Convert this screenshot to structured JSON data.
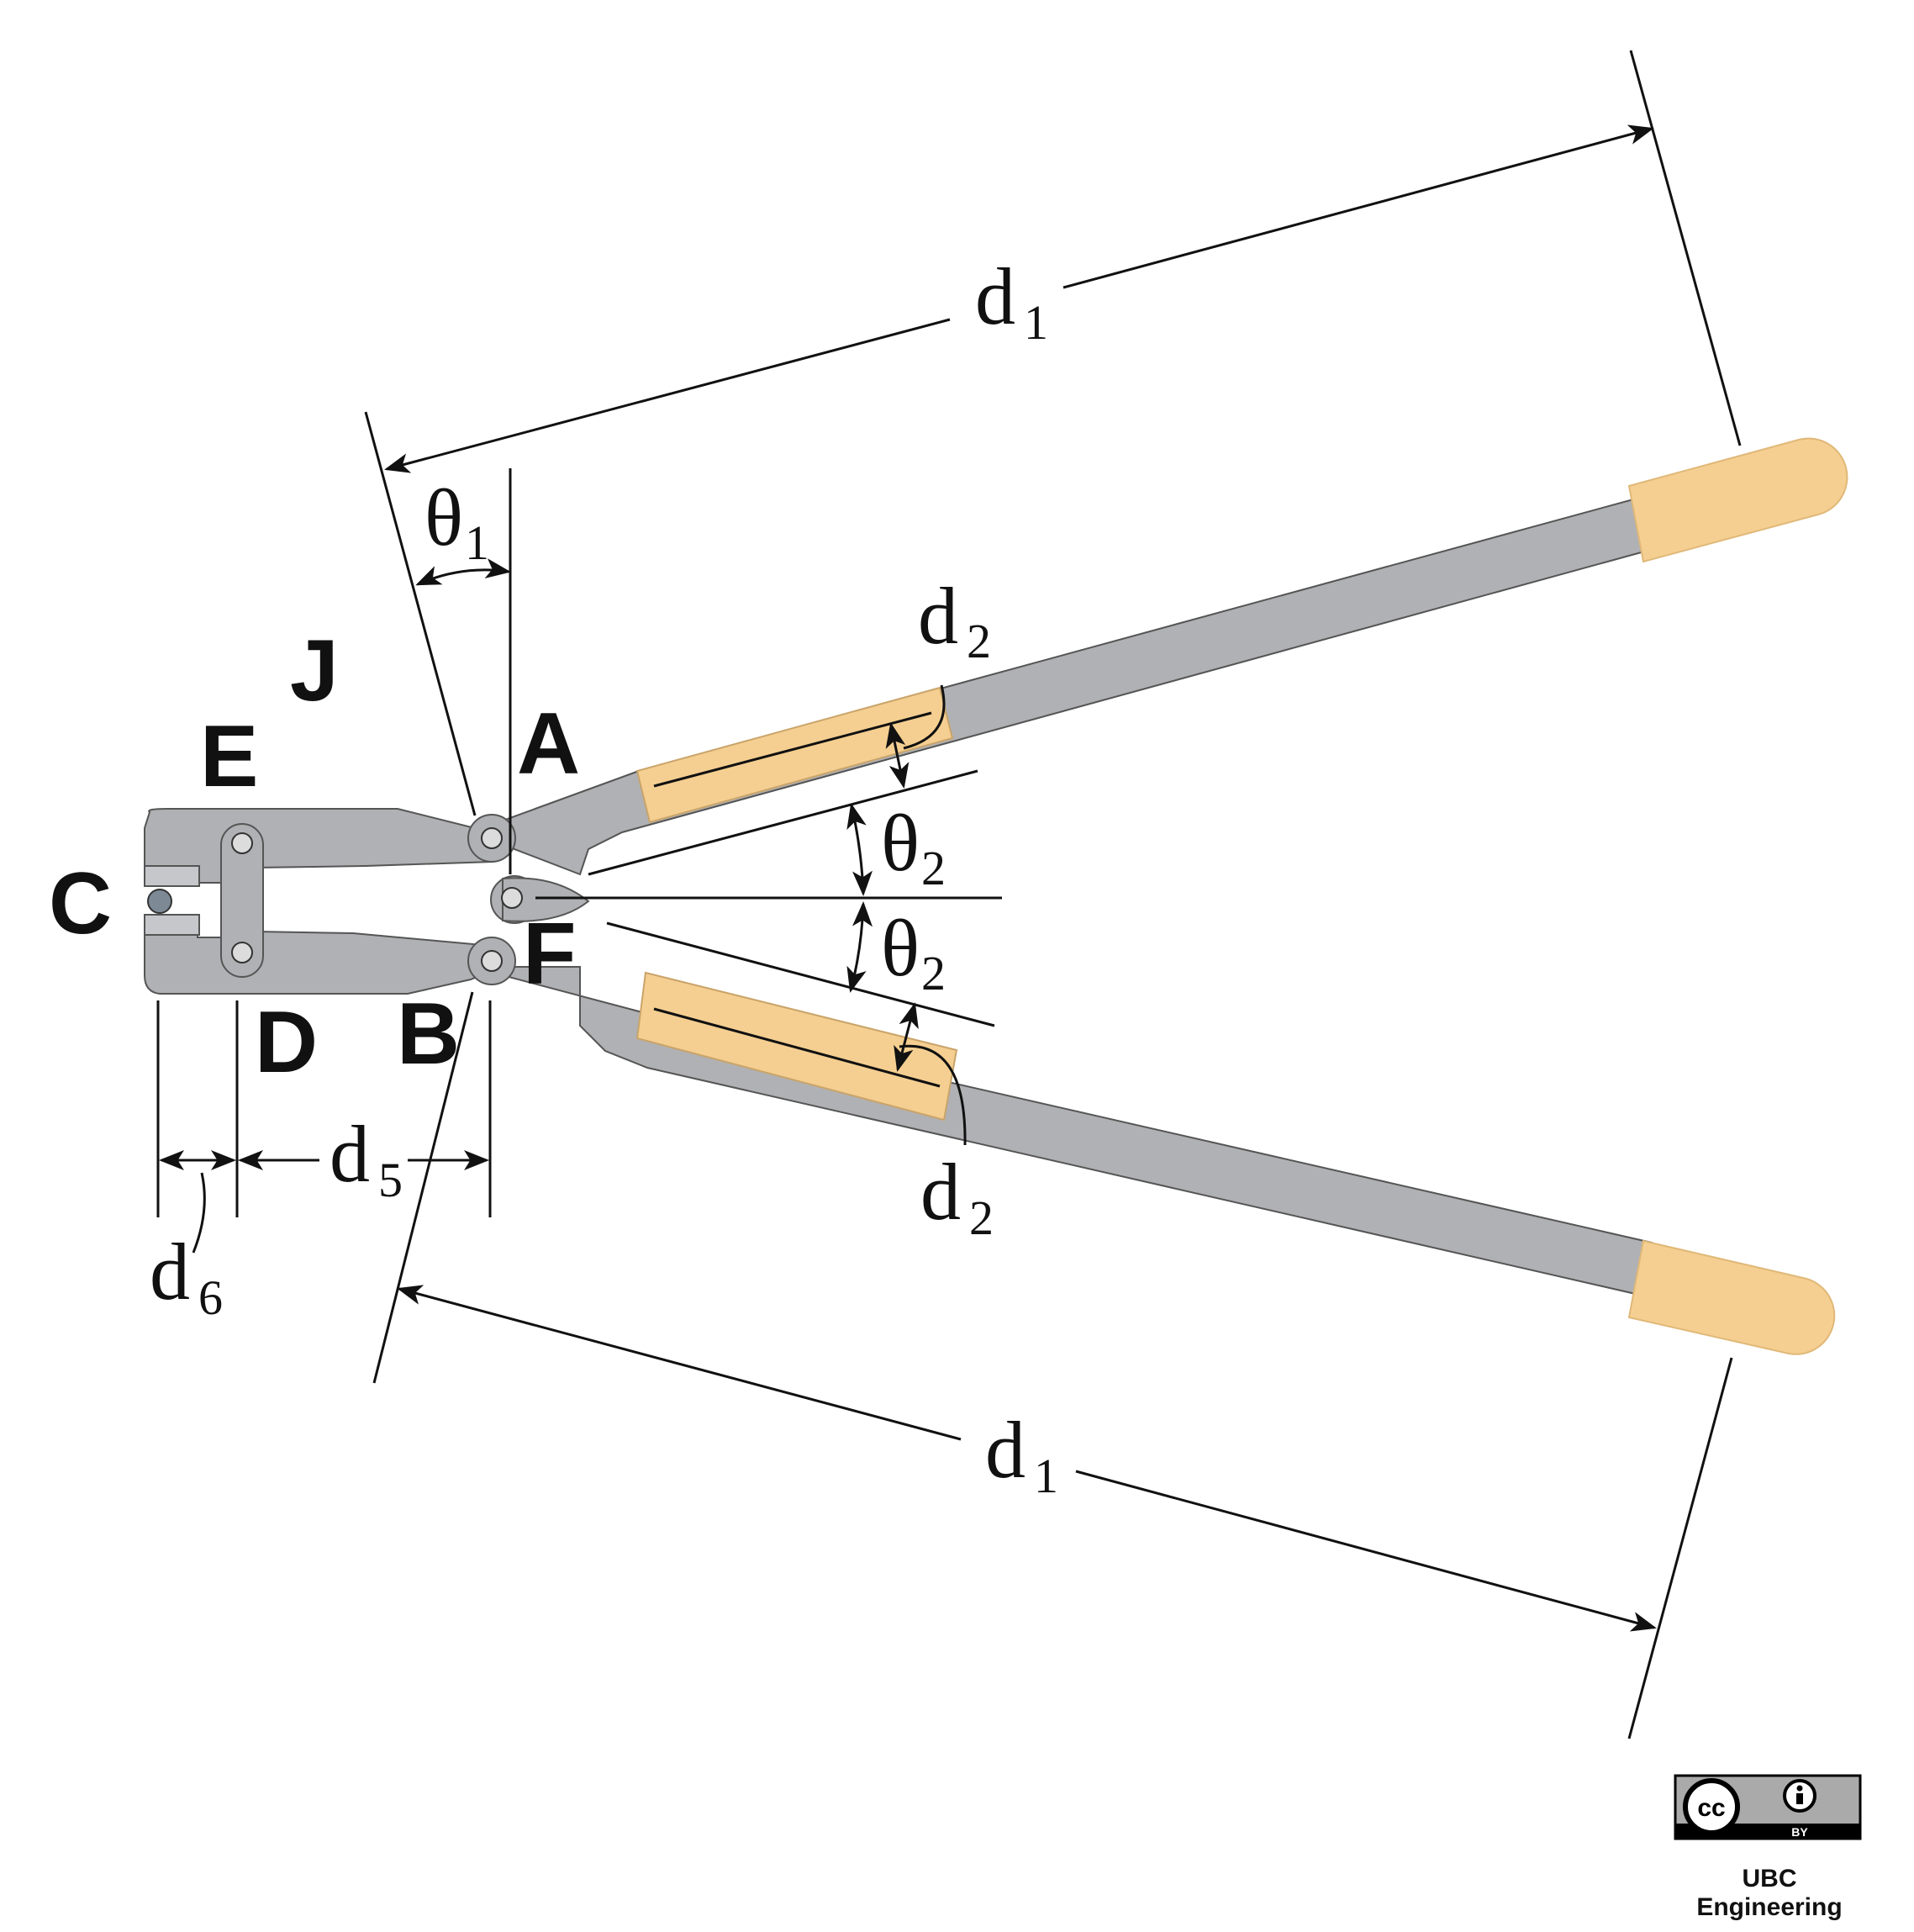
{
  "points": {
    "A": "A",
    "B": "B",
    "C": "C",
    "D": "D",
    "E": "E",
    "F": "F",
    "J": "J"
  },
  "dimensions": {
    "d1": {
      "sym": "d",
      "sub": "1"
    },
    "d2": {
      "sym": "d",
      "sub": "2"
    },
    "d5": {
      "sym": "d",
      "sub": "5"
    },
    "d6": {
      "sym": "d",
      "sub": "6"
    }
  },
  "angles": {
    "theta1": {
      "sym": "θ",
      "sub": "1"
    },
    "theta2": {
      "sym": "θ",
      "sub": "2"
    }
  },
  "license": {
    "badge_left": "cc",
    "badge_right": "BY",
    "credit": "UBC Engineering"
  },
  "colors": {
    "metal": "#b0b1b4",
    "grip": "#f5cf91",
    "line": "#111111"
  }
}
